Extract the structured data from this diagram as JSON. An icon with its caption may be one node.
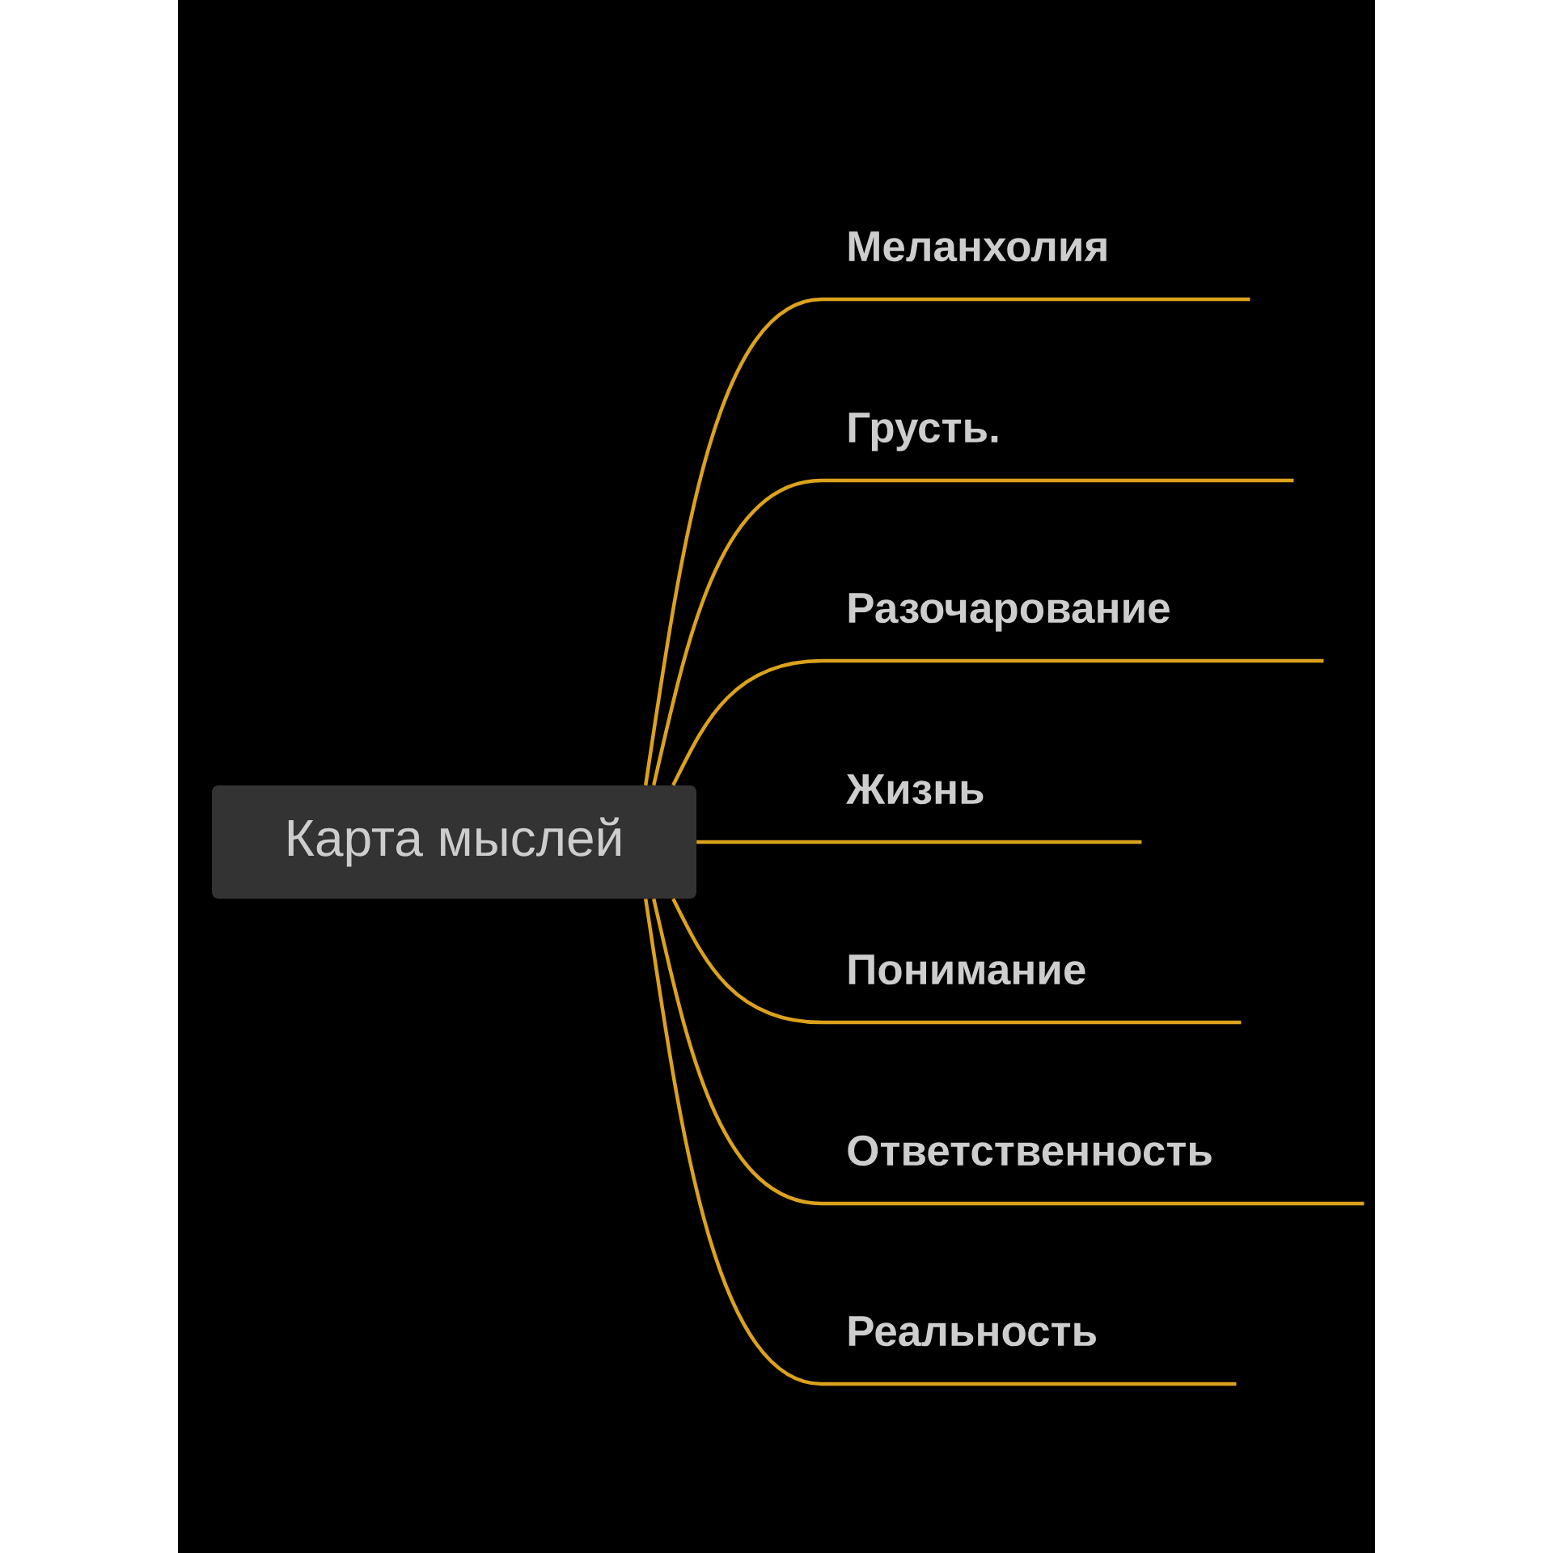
{
  "diagram": {
    "nodes": [
      {
        "text": [
          "Карта мыслей"
        ]
      },
      {
        "text": [
          "Меланхолия"
        ]
      },
      {
        "text": [
          "Грусть."
        ]
      },
      {
        "text": [
          "Разочарование"
        ]
      },
      {
        "text": [
          "Жизнь"
        ]
      },
      {
        "text": [
          "Понимание"
        ]
      },
      {
        "text": [
          "Ответственность"
        ]
      },
      {
        "text": [
          "Реальность"
        ]
      }
    ],
    "edges": [
      {
        "from": 0,
        "to": 1,
        "arrow": "none"
      },
      {
        "from": 0,
        "to": 2,
        "arrow": "none"
      },
      {
        "from": 0,
        "to": 3,
        "arrow": "none"
      },
      {
        "from": 0,
        "to": 4,
        "arrow": "none"
      },
      {
        "from": 0,
        "to": 5,
        "arrow": "none"
      },
      {
        "from": 0,
        "to": 6,
        "arrow": "none"
      },
      {
        "from": 0,
        "to": 7,
        "arrow": "none"
      }
    ]
  }
}
